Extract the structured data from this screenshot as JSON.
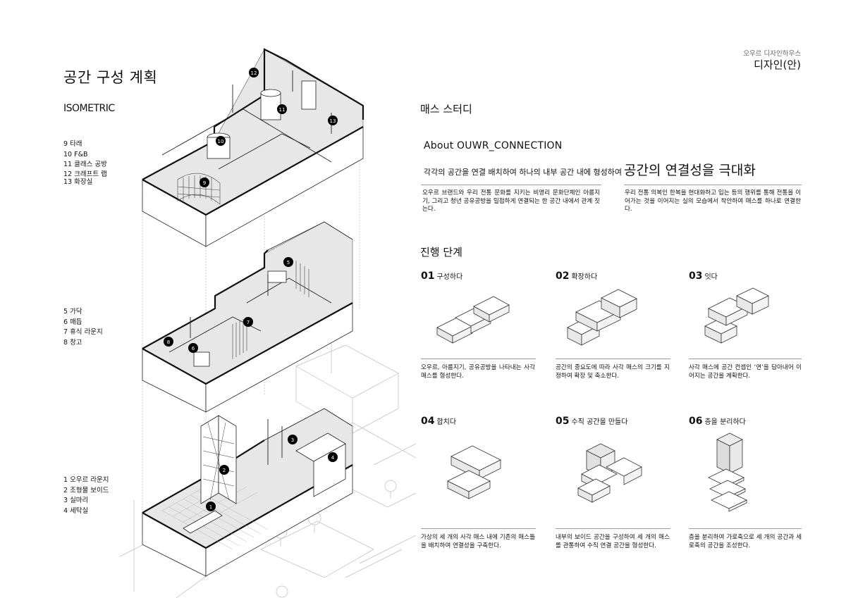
{
  "page": {
    "title": "공간 구성 계획",
    "subtitle": "ISOMETRIC"
  },
  "brand": {
    "sub": "오우르 디자인하우스",
    "main": "디자인(안)"
  },
  "legends": [
    [
      "9 타래",
      "10 F&B",
      "11 클래스 공방",
      "12 크래프트 랩",
      "13 화장실"
    ],
    [
      "5 가닥",
      "6 매듭",
      "7 휴식 라운지",
      "8 창고"
    ],
    [
      "1 오우르 라운지",
      "2 조형물 보이드",
      "3 실마리",
      "4 세탁실"
    ]
  ],
  "floor_badges": [
    "1",
    "2",
    "3",
    "4",
    "5",
    "6",
    "7",
    "8",
    "9",
    "10",
    "11",
    "12",
    "13"
  ],
  "mass_study": {
    "heading": "매스 스터디",
    "about": "About OUWR_CONNECTION",
    "tagline_small": "각각의 공간을 연결 배치하여 하나의 내부 공간 내에 형성하여",
    "tagline_big": "공간의 연결성을 극대화",
    "para_left": "오우르 브랜드와 우리 전통 문화를 지키는 비영리 문화단체인 아름지기, 그리고 청년 공유공방을 밀접하게 연결되는 한 공간 내에서 관계 짓는다.",
    "para_right": "우리 전통 의복인 한복을 현대화하고 입는 등의 행위를 통해 전통을 이어가는 것을 이어지는 실의 모습에서 착안하여 매스를 하나로 연결한다."
  },
  "progress": {
    "heading": "진행 단계",
    "steps": [
      {
        "num": "01",
        "label": "구성하다",
        "desc": "오우르, 아름지기, 공유공방을 나타내는 사각 매스를 형성한다."
      },
      {
        "num": "02",
        "label": "확장하다",
        "desc": "공간의 중요도에 따라 사각 매스의 크기를 지정하여 확장 및 축소한다."
      },
      {
        "num": "03",
        "label": "잇다",
        "desc": "사각 매스에 공간 컨셉인 ‘연’을 담아내어 이어지는 공간을 계획한다."
      },
      {
        "num": "04",
        "label": "합치다",
        "desc": "가상의 세 개의 사각 매스 내에 기존의 매스들을 배치하여 연결성을 구축한다."
      },
      {
        "num": "05",
        "label": "수직 공간을 만들다",
        "desc": "내부의 보이드 공간을 구성하여 세 개의 매스를 관통하여 수직 연결 공간을 형성한다."
      },
      {
        "num": "06",
        "label": "층을 분리하다",
        "desc": "층을 분리하여 가로축으로 세 개의 공간과 세로축의 공간을 조성한다."
      }
    ]
  }
}
